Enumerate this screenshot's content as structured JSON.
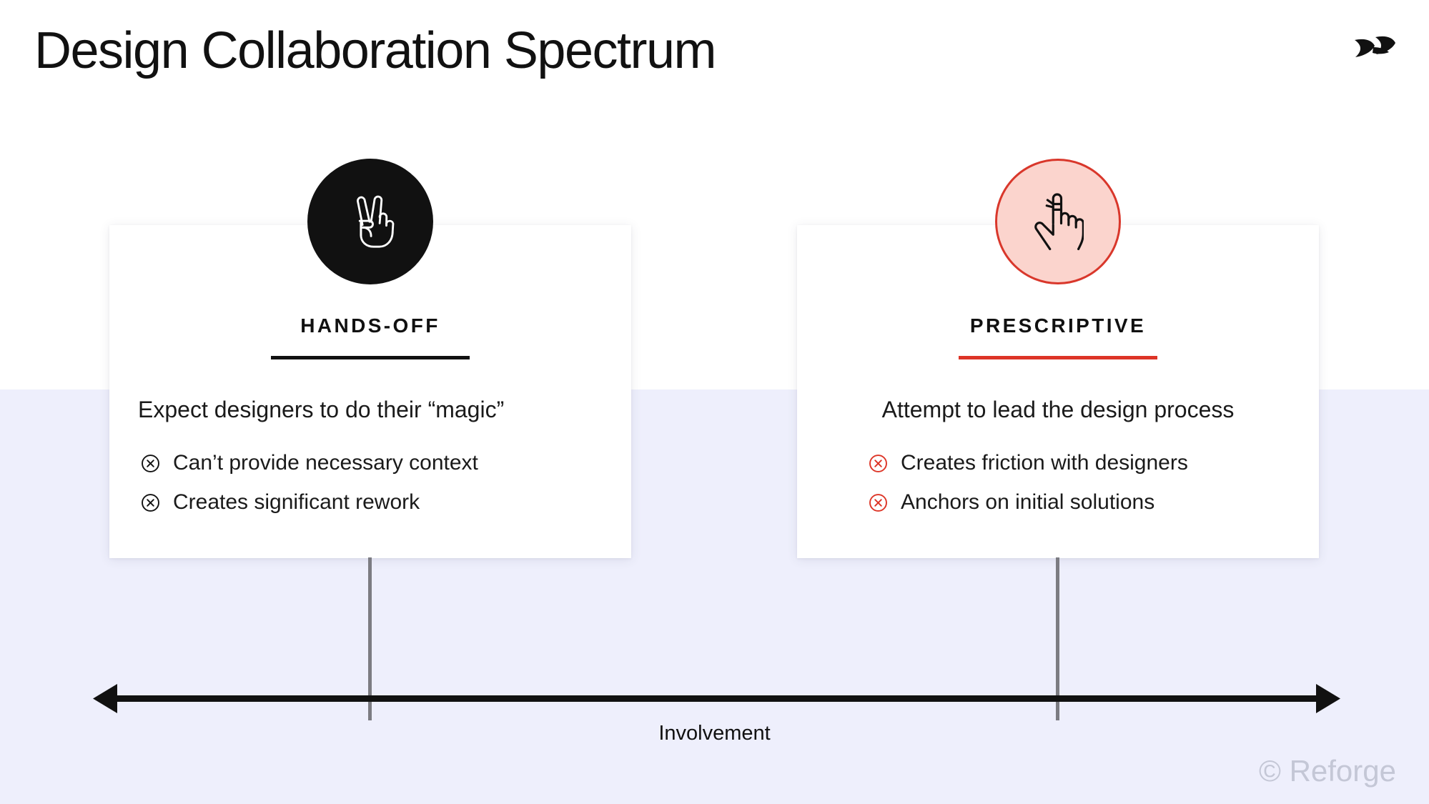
{
  "header": {
    "title": "Design Collaboration Spectrum",
    "logo_icon": "reforge-logo-icon"
  },
  "theme": {
    "background_top": "#ffffff",
    "background_bottom": "#eeeffc",
    "ink": "#111111",
    "accent_red": "#dd3426",
    "accent_pink": "#fbd4cd",
    "connector_gray": "#7c7c82",
    "footer_gray": "#c4c7d6"
  },
  "cards": [
    {
      "id": "hands-off",
      "badge_icon": "peace-hand-icon",
      "title": "HANDS-OFF",
      "lead": "Expect designers to do their “magic”",
      "bullets": [
        {
          "icon": "circle-x-icon",
          "text": "Can’t provide necessary context"
        },
        {
          "icon": "circle-x-icon",
          "text": "Creates significant rework"
        }
      ]
    },
    {
      "id": "prescriptive",
      "badge_icon": "pointing-finger-reminder-icon",
      "title": "PRESCRIPTIVE",
      "lead": "Attempt to lead the design process",
      "bullets": [
        {
          "icon": "circle-x-icon",
          "text": "Creates friction with designers"
        },
        {
          "icon": "circle-x-icon",
          "text": "Anchors on initial solutions"
        }
      ]
    }
  ],
  "axis": {
    "label": "Involvement",
    "icon": "double-headed-arrow-icon",
    "left_marker_card": "hands-off",
    "right_marker_card": "prescriptive"
  },
  "footer": {
    "credit": "© Reforge"
  }
}
